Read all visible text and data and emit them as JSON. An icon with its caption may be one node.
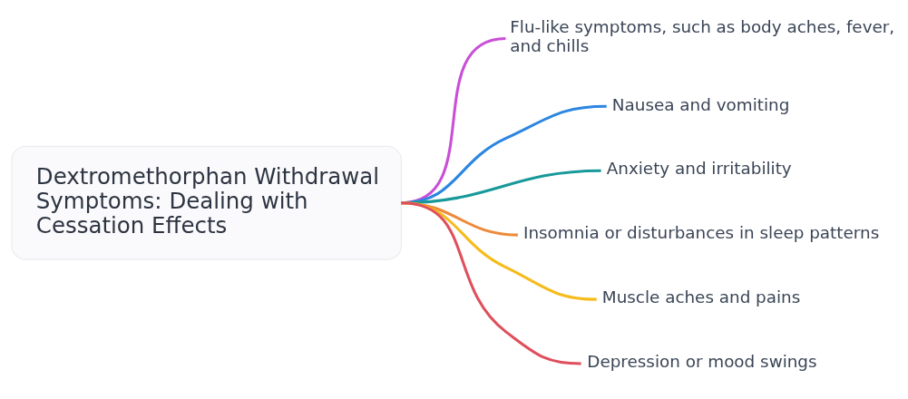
{
  "diagram": {
    "nodes": [
      {
        "text": [
          "Dextromethorphan Withdrawal Symptoms: Dealing with Cessation Effects"
        ]
      },
      {
        "text": [
          "Flu-like symptoms, such as body aches, fever, and chills"
        ]
      },
      {
        "text": [
          "Nausea and vomiting"
        ]
      },
      {
        "text": [
          "Anxiety and irritability"
        ]
      },
      {
        "text": [
          "Insomnia or disturbances in sleep patterns"
        ]
      },
      {
        "text": [
          "Muscle aches and pains"
        ]
      },
      {
        "text": [
          "Depression or mood swings"
        ]
      }
    ],
    "edges": [
      {
        "from": 0,
        "to": 1,
        "arrow": "none",
        "color": "#c94fd6"
      },
      {
        "from": 0,
        "to": 2,
        "arrow": "none",
        "color": "#2b86e0"
      },
      {
        "from": 0,
        "to": 3,
        "arrow": "none",
        "color": "#17999a"
      },
      {
        "from": 0,
        "to": 4,
        "arrow": "none",
        "color": "#ee8a3a"
      },
      {
        "from": 0,
        "to": 5,
        "arrow": "none",
        "color": "#f6bb1c"
      },
      {
        "from": 0,
        "to": 6,
        "arrow": "none",
        "color": "#df4f5c"
      }
    ]
  }
}
